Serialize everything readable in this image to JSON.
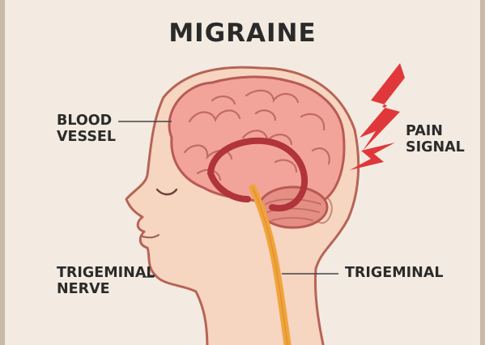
{
  "title": "MIGRAINE",
  "labels": {
    "blood_vessel": [
      "BLOOD",
      "VESSEL"
    ],
    "pain_signal": [
      "PAIN",
      "SIGNAL"
    ],
    "trigeminal_nerve": [
      "TRIGEMINAL",
      "NERVE"
    ],
    "trigeminal_right": [
      "TRIGEMINAL"
    ]
  },
  "colors": {
    "background": "#f3ebe1",
    "skin": "#f6d5c1",
    "outline": "#b66456",
    "brain": "#f2a49a",
    "vessel": "#b0343a",
    "nerve": "#f0a43b",
    "lightning": "#e0383a",
    "text": "#2b2b2b"
  }
}
